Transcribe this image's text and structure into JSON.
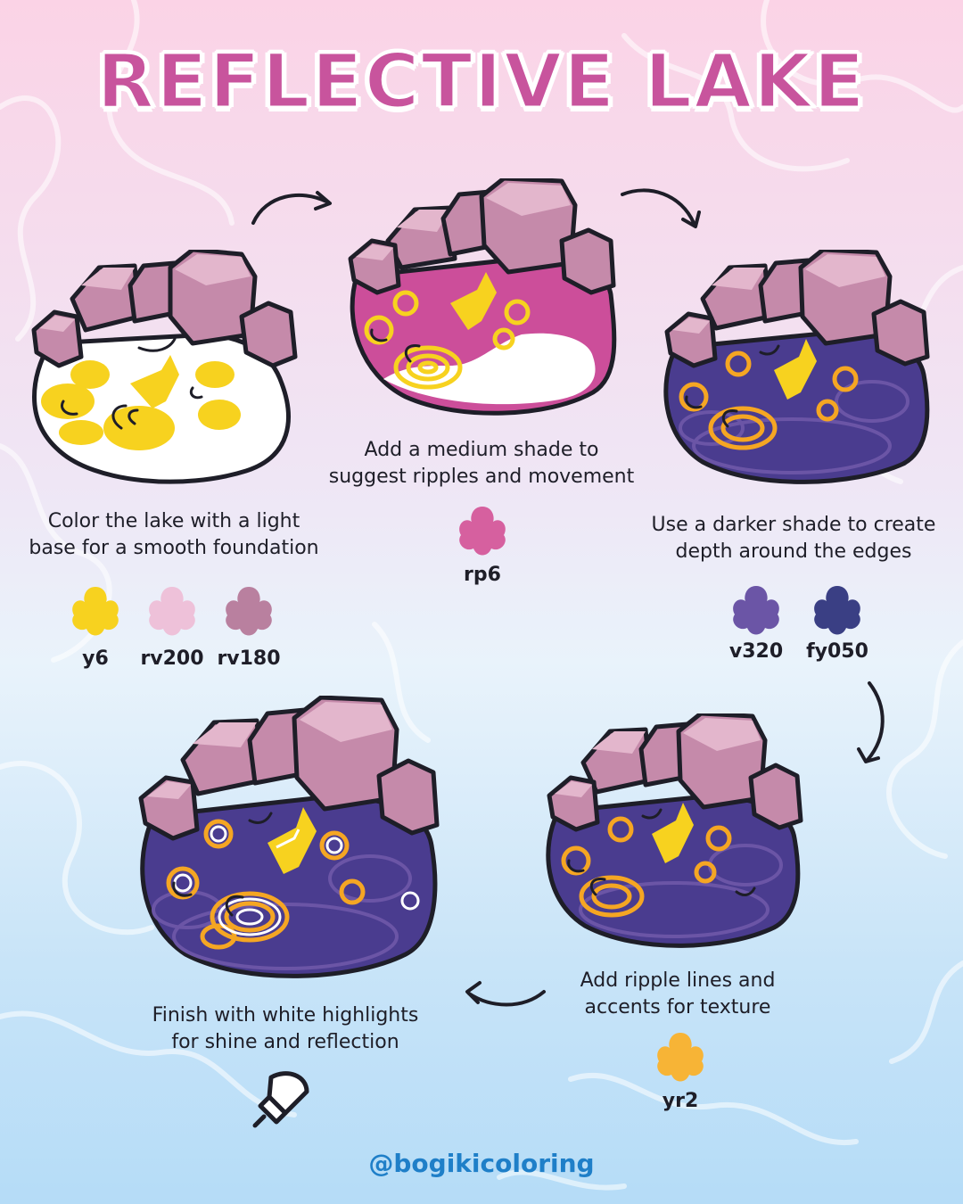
{
  "title": "REFLECTIVE LAKE",
  "handle": "@bogikicoloring",
  "colors": {
    "title": "#c8549d",
    "rock_light": "#e3b6cc",
    "rock_mid": "#c58aaa",
    "rock_dark": "#a9779a",
    "water_base": "#ffffff",
    "water_medium": "#cc4e9a",
    "water_dark": "#4a3c8f",
    "accent_yellow": "#f7d21f",
    "accent_orange": "#f5a623"
  },
  "steps": [
    {
      "id": "step1",
      "caption_lines": [
        "Color the lake with a light",
        "base for a smooth foundation"
      ],
      "swatches": [
        {
          "label": "y6",
          "color": "#f7d21f"
        },
        {
          "label": "rv200",
          "color": "#eec1d9"
        },
        {
          "label": "rv180",
          "color": "#b9809f"
        }
      ]
    },
    {
      "id": "step2",
      "caption_lines": [
        "Add a medium shade to",
        "suggest ripples and movement"
      ],
      "swatches": [
        {
          "label": "rp6",
          "color": "#d6609f"
        }
      ]
    },
    {
      "id": "step3",
      "caption_lines": [
        "Use a darker shade to create",
        "depth around the edges"
      ],
      "swatches": [
        {
          "label": "v320",
          "color": "#6b55a6"
        },
        {
          "label": "fy050",
          "color": "#3a3f84"
        }
      ]
    },
    {
      "id": "step4",
      "caption_lines": [
        "Add ripple lines and",
        "accents for texture"
      ],
      "swatches": [
        {
          "label": "yr2",
          "color": "#f7b436"
        }
      ]
    },
    {
      "id": "step5",
      "caption_lines": [
        "Finish with white highlights",
        "for shine and reflection"
      ],
      "swatches": []
    }
  ],
  "icons": {
    "arrows": "curved-arrow-icon",
    "brush": "marker-tip-icon"
  }
}
